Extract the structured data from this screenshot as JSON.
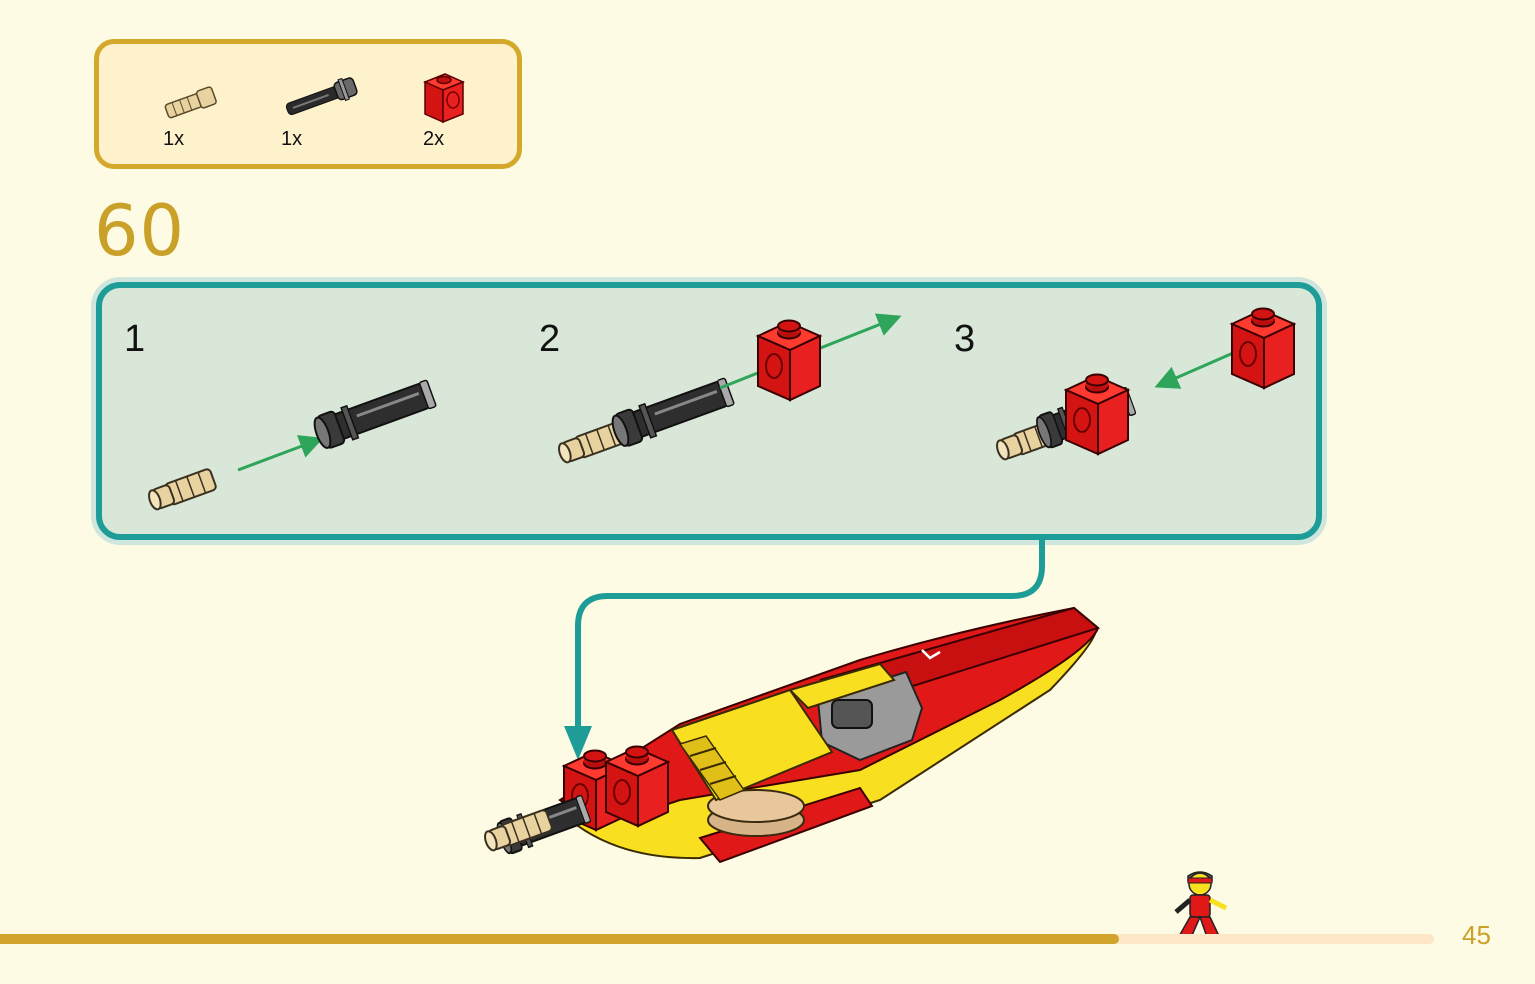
{
  "parts": [
    {
      "name": "tan-axle-pin",
      "qty": "1x"
    },
    {
      "name": "black-long-pin",
      "qty": "1x"
    },
    {
      "name": "red-technic-brick",
      "qty": "2x"
    }
  ],
  "step": {
    "number": "60"
  },
  "substeps": [
    {
      "label": "1"
    },
    {
      "label": "2"
    },
    {
      "label": "3"
    }
  ],
  "progress": {
    "fraction": 0.78
  },
  "page": {
    "number": "45"
  },
  "colors": {
    "gold": "#d4a82a",
    "teal": "#1e9c98",
    "arrow_green": "#2ea55a",
    "brick_red": "#e01818",
    "brick_yellow": "#f8e020",
    "tan": "#e8d3a0",
    "black": "#2a2a2a"
  }
}
